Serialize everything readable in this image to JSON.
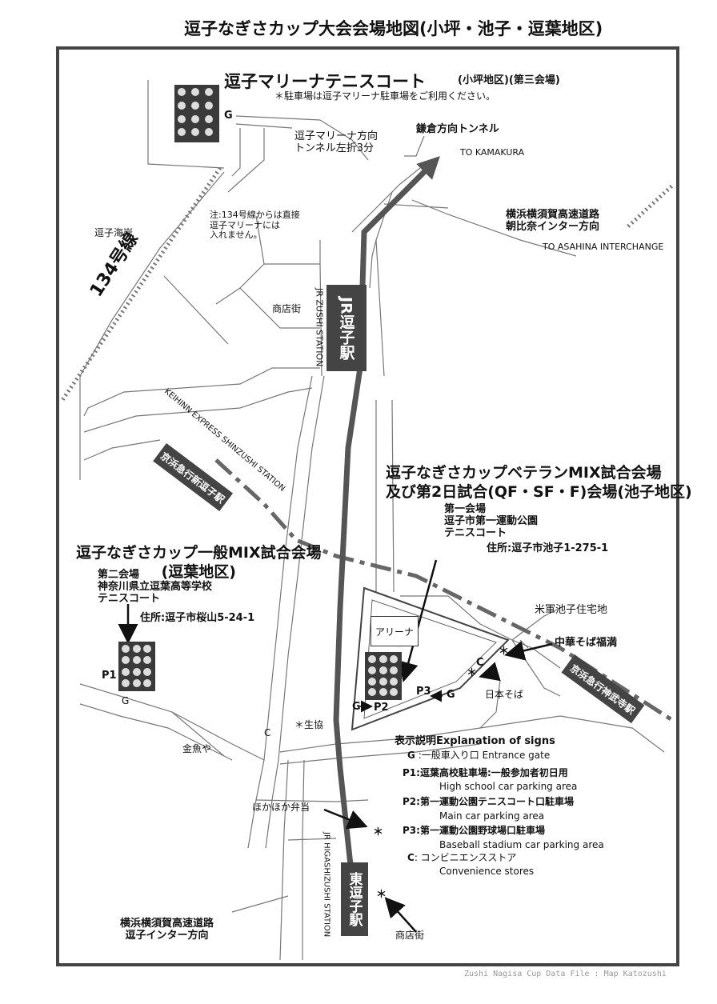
{
  "page_title": "逗子なぎさカップ大会会場地図(小坪・池子・逗葉地区)",
  "venue3": {
    "title": "逗子マリーナテニスコート",
    "title_suffix": "(小坪地区)(第三会場)",
    "parking_note": "＊駐車場は逗子マリーナ駐車場をご利用ください。"
  },
  "marina_direction": "逗子マリーナ方向\nトンネル左折3分",
  "kamakura_tunnel": {
    "ja": "鎌倉方向トンネル",
    "en": "TO KAMAKURA"
  },
  "expressway_asahina": {
    "ja": "横浜横須賀高速道路\n朝比奈インター方向",
    "en": "TO ASAHINA INTERCHANGE"
  },
  "zushi_beach": "逗子海岸",
  "route134": "134号線",
  "note134": "注:134号線からは直接\n逗子マリーナには\n入れません。",
  "shotengai_north": "商店街",
  "jr_zushi": {
    "sign": "JR逗子駅",
    "en": "JR ZUSHI STATION"
  },
  "keikyu_shinzushi": {
    "sign": "京浜急行新逗子駅",
    "en": "KEIHINN EXPRESS SHINZUSHI STATION"
  },
  "venue1": {
    "title": "逗子なぎさカップベテランMIX試合会場\n及び第2日試合(QF・SF・F)会場(池子地区)",
    "details": "第一会場\n逗子市第一運動公園\nテニスコート",
    "address": "住所:逗子市池子1-275-1"
  },
  "venue2": {
    "title": "逗子なぎさカップ一般MIX試合会場\n(逗葉地区)",
    "details": "第二会場\n神奈川県立逗葉高等学校\nテニスコート",
    "address": "住所:逗子市桜山5-24-1"
  },
  "landmarks": {
    "us_housing": "米軍池子住宅地",
    "chuka_soba": "中華そば福満",
    "nihon_soba": "日本そば",
    "arena": "アリーナ",
    "seikyo": "＊生協",
    "kingyoya": "金魚や",
    "hokahoka": "ほかほか弁当",
    "shotengai_south": "商店街",
    "keikyu_jimmuji": "京浜急行神武寺駅",
    "expressway_zushi": "横浜横須賀高速道路\n逗子インター方向"
  },
  "jr_higashizushi": {
    "sign": "東逗子駅",
    "en": "JR HIGASHIZUSHI STATION"
  },
  "map_marks": {
    "g": "G",
    "p1": "P1",
    "p2": "P2",
    "p3": "P3",
    "c": "C",
    "star": "＊"
  },
  "legend": {
    "title": "表示説明Explanation of signs",
    "items": [
      {
        "key": "G",
        "ja": ":一般車入り口",
        "en": "Entrance gate"
      },
      {
        "key": "P1",
        "ja": ":逗葉高校駐車場:一般参加者初日用",
        "en": "High school car parking area"
      },
      {
        "key": "P2",
        "ja": ":第一運動公園テニスコート口駐車場",
        "en": "Main car parking area"
      },
      {
        "key": "P3",
        "ja": ":第一運動公園野球場口駐車場",
        "en": "Baseball stadium car parking area"
      },
      {
        "key": "C",
        "ja": ": コンビニエンスストア",
        "en": "Convenience stores"
      }
    ]
  },
  "footer": "Zushi Nagisa Cup Data File : Map Katozushi"
}
